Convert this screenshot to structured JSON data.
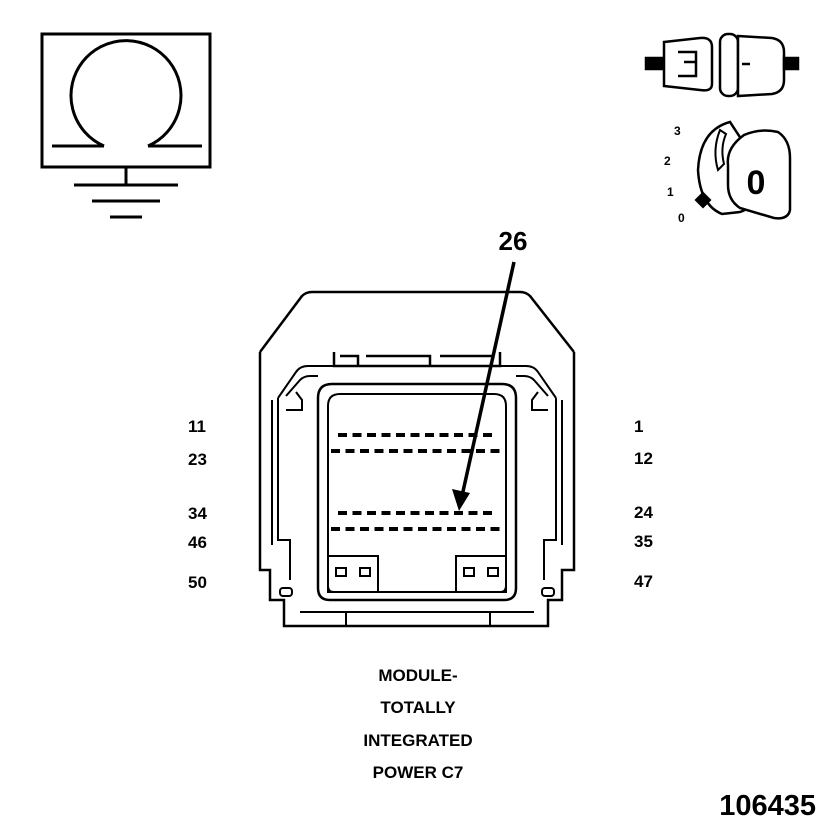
{
  "symbols": {
    "meter": "ohm-meter-ground-icon",
    "connector": "unplugged-connector-icon",
    "ignition": "ignition-key-icon",
    "ignition_positions": [
      "3",
      "2",
      "1",
      "0"
    ],
    "ignition_key_text": "0"
  },
  "pointer": {
    "label": "26"
  },
  "pin_labels": {
    "left": [
      "11",
      "23",
      "34",
      "46",
      "50"
    ],
    "right": [
      "1",
      "12",
      "24",
      "35",
      "47"
    ]
  },
  "caption": [
    "MODULE-",
    "TOTALLY",
    "INTEGRATED",
    "POWER C7"
  ],
  "figure_number": "106435"
}
